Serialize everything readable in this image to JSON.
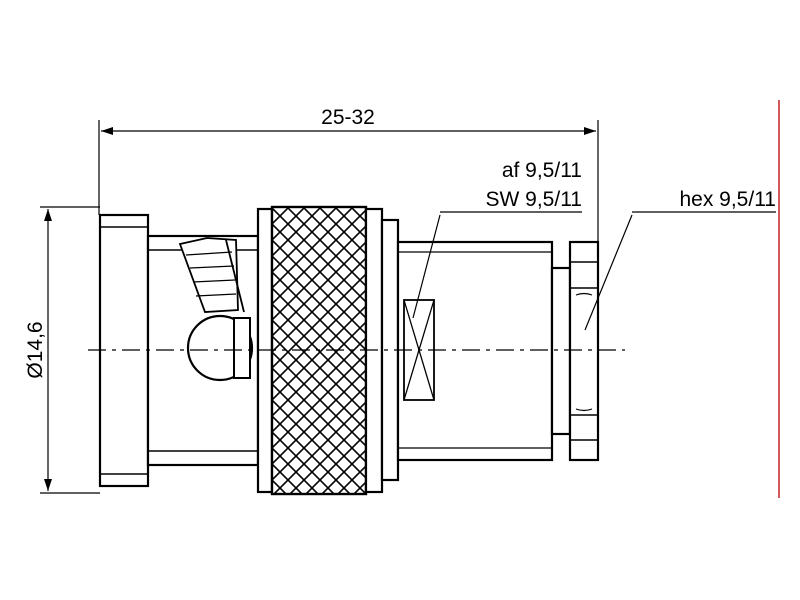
{
  "dimensions": {
    "length_label": "25-32",
    "diameter_label": "Ø14,6",
    "across_flats_label": "af 9,5/11",
    "sw_label": "SW 9,5/11",
    "hex_label": "hex 9,5/11"
  },
  "colors": {
    "line": "#000000",
    "border_accent": "#c0202a",
    "background": "#ffffff"
  }
}
